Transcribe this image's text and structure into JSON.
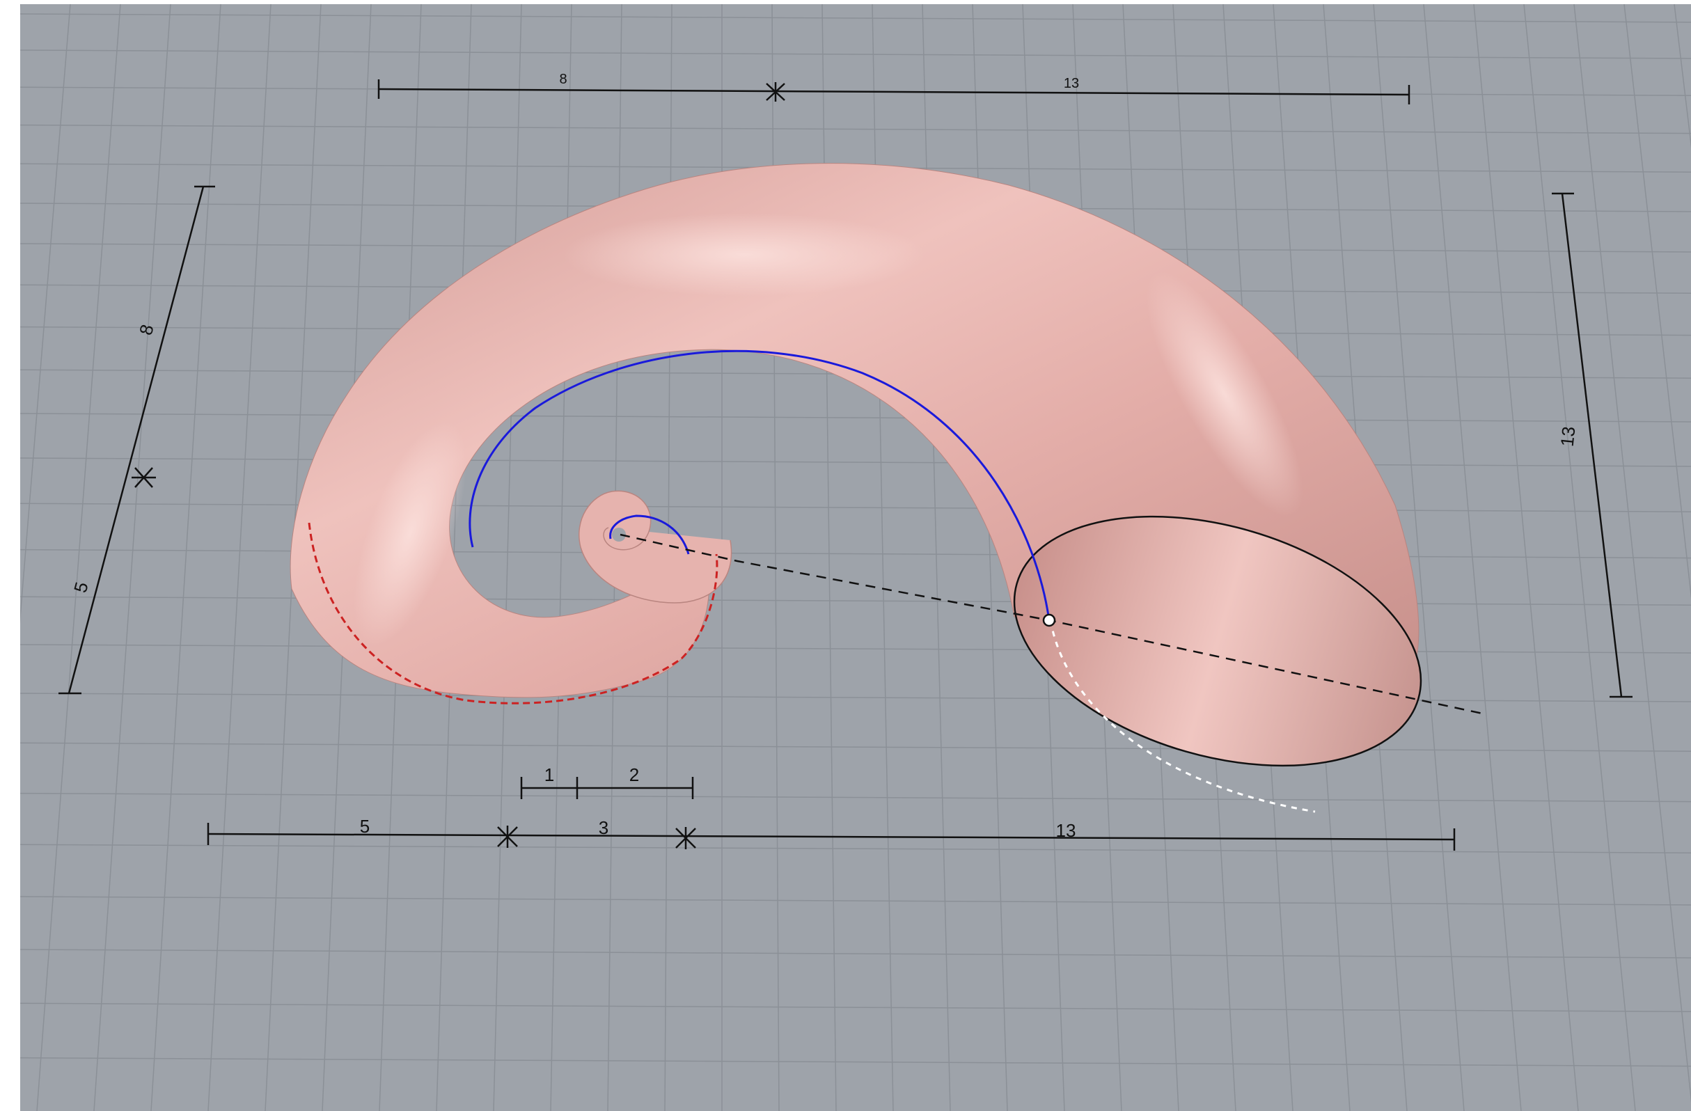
{
  "viewport": {
    "background": "#9ea3aa",
    "grid_color": "#8b9097"
  },
  "shell": {
    "fill": "#e2aea9",
    "highlight": "#f6d2cd",
    "shade": "#b98580",
    "seam_color": "#cc2222"
  },
  "curves": {
    "spiral_color": "#1a1adb",
    "axis_color": "#111111",
    "ellipse_color": "#111111"
  },
  "dimensions": {
    "top_8": "8",
    "top_13": "13",
    "left_8": "8",
    "left_5": "5",
    "right_13": "13",
    "bottom_1": "1",
    "bottom_2": "2",
    "bottom_5": "5",
    "bottom_3": "3",
    "bottom_13": "13"
  }
}
